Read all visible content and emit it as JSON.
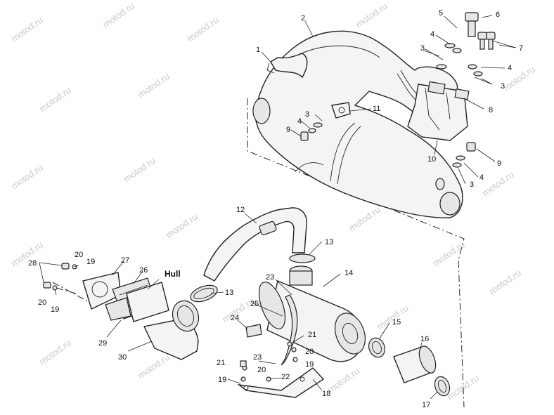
{
  "watermark": "motod.ru",
  "hull_label": "Hull",
  "callouts": {
    "c1": "1",
    "c2": "2",
    "c3a": "3",
    "c3b": "3",
    "c3c": "3",
    "c3d": "3",
    "c4a": "4",
    "c4b": "4",
    "c4c": "4",
    "c4d": "4",
    "c5": "5",
    "c6": "6",
    "c7": "7",
    "c8": "8",
    "c9a": "9",
    "c9b": "9",
    "c10": "10",
    "c11": "11",
    "c12": "12",
    "c13a": "13",
    "c13b": "13",
    "c14": "14",
    "c15": "15",
    "c16": "16",
    "c17": "17",
    "c18": "18",
    "c19a": "19",
    "c19b": "19",
    "c19c": "19",
    "c19d": "19",
    "c20a": "20",
    "c20b": "20",
    "c20c": "20",
    "c20d": "20",
    "c21a": "21",
    "c21b": "21",
    "c22": "22",
    "c23a": "23",
    "c23b": "23",
    "c24": "24",
    "c25": "25",
    "c26": "26",
    "c27": "27",
    "c28": "28",
    "c29": "29",
    "c30": "30"
  }
}
